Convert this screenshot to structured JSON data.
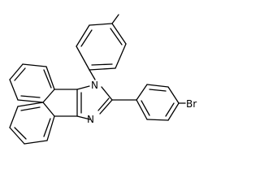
{
  "molecule": {
    "atoms": {
      "n1": "N",
      "n3": "N",
      "br": "Br"
    }
  },
  "colors": {
    "background": "#ffffff",
    "bond": "#000000",
    "label": "#000000"
  }
}
